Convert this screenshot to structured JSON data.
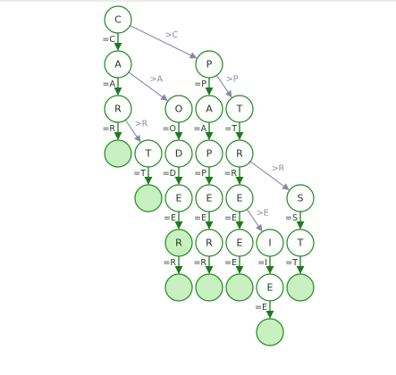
{
  "colors": {
    "node_stroke": "#1f8a1f",
    "node_fill": "#ffffff",
    "terminal_fill": "#c8f0c0",
    "eq_edge": "#1f7a1f",
    "gt_edge": "#8888aa"
  },
  "nodes": [
    {
      "id": "c1",
      "label": "C"
    },
    {
      "id": "a1",
      "label": "A"
    },
    {
      "id": "r1",
      "label": "R"
    },
    {
      "id": "end_car",
      "label": ""
    },
    {
      "id": "t1",
      "label": "T"
    },
    {
      "id": "end_cat",
      "label": ""
    },
    {
      "id": "o1",
      "label": "O"
    },
    {
      "id": "d1",
      "label": "D"
    },
    {
      "id": "e1",
      "label": "E"
    },
    {
      "id": "r2",
      "label": "R"
    },
    {
      "id": "end_carder",
      "label": ""
    },
    {
      "id": "p1",
      "label": "P"
    },
    {
      "id": "a2",
      "label": "A"
    },
    {
      "id": "p2",
      "label": "P"
    },
    {
      "id": "e2",
      "label": "E"
    },
    {
      "id": "r3",
      "label": "R"
    },
    {
      "id": "end_paper",
      "label": ""
    },
    {
      "id": "t2",
      "label": "T"
    },
    {
      "id": "r4",
      "label": "R"
    },
    {
      "id": "e3",
      "label": "E"
    },
    {
      "id": "e4",
      "label": "E"
    },
    {
      "id": "end_ptree",
      "label": ""
    },
    {
      "id": "i1",
      "label": "I"
    },
    {
      "id": "e5",
      "label": "E"
    },
    {
      "id": "end_ptrie",
      "label": ""
    },
    {
      "id": "s1",
      "label": "S"
    },
    {
      "id": "t3",
      "label": "T"
    },
    {
      "id": "end_ptrst",
      "label": ""
    }
  ],
  "edges": [
    {
      "from": "c1",
      "to": "a1",
      "kind": "eq",
      "label": "=C"
    },
    {
      "from": "a1",
      "to": "r1",
      "kind": "eq",
      "label": "=A"
    },
    {
      "from": "r1",
      "to": "end_car",
      "kind": "eq",
      "label": "=R"
    },
    {
      "from": "t1",
      "to": "end_cat",
      "kind": "eq",
      "label": "=T"
    },
    {
      "from": "o1",
      "to": "d1",
      "kind": "eq",
      "label": "=O"
    },
    {
      "from": "d1",
      "to": "e1",
      "kind": "eq",
      "label": "=D"
    },
    {
      "from": "e1",
      "to": "r2",
      "kind": "eq",
      "label": "=E"
    },
    {
      "from": "r2",
      "to": "end_carder",
      "kind": "eq",
      "label": "=R"
    },
    {
      "from": "p1",
      "to": "a2",
      "kind": "eq",
      "label": "=P"
    },
    {
      "from": "a2",
      "to": "p2",
      "kind": "eq",
      "label": "=A"
    },
    {
      "from": "p2",
      "to": "e2",
      "kind": "eq",
      "label": "=P"
    },
    {
      "from": "e2",
      "to": "r3",
      "kind": "eq",
      "label": "=E"
    },
    {
      "from": "r3",
      "to": "end_paper",
      "kind": "eq",
      "label": "=R"
    },
    {
      "from": "t2",
      "to": "r4",
      "kind": "eq",
      "label": "=T"
    },
    {
      "from": "r4",
      "to": "e3",
      "kind": "eq",
      "label": "=R"
    },
    {
      "from": "e3",
      "to": "e4",
      "kind": "eq",
      "label": "=E"
    },
    {
      "from": "e4",
      "to": "end_ptree",
      "kind": "eq",
      "label": "=E"
    },
    {
      "from": "i1",
      "to": "e5",
      "kind": "eq",
      "label": "=I"
    },
    {
      "from": "e5",
      "to": "end_ptrie",
      "kind": "eq",
      "label": "=E"
    },
    {
      "from": "s1",
      "to": "t3",
      "kind": "eq",
      "label": "=S"
    },
    {
      "from": "t3",
      "to": "end_ptrst",
      "kind": "eq",
      "label": "=T"
    },
    {
      "from": "c1",
      "to": "p1",
      "kind": "gt",
      "label": ">C"
    },
    {
      "from": "a1",
      "to": "o1",
      "kind": "gt",
      "label": ">A"
    },
    {
      "from": "r1",
      "to": "t1",
      "kind": "gt",
      "label": ">R"
    },
    {
      "from": "p1",
      "to": "t2",
      "kind": "gt",
      "label": ">P"
    },
    {
      "from": "r4",
      "to": "s1",
      "kind": "gt",
      "label": ">R"
    },
    {
      "from": "e3",
      "to": "i1",
      "kind": "gt",
      "label": ">E"
    }
  ]
}
